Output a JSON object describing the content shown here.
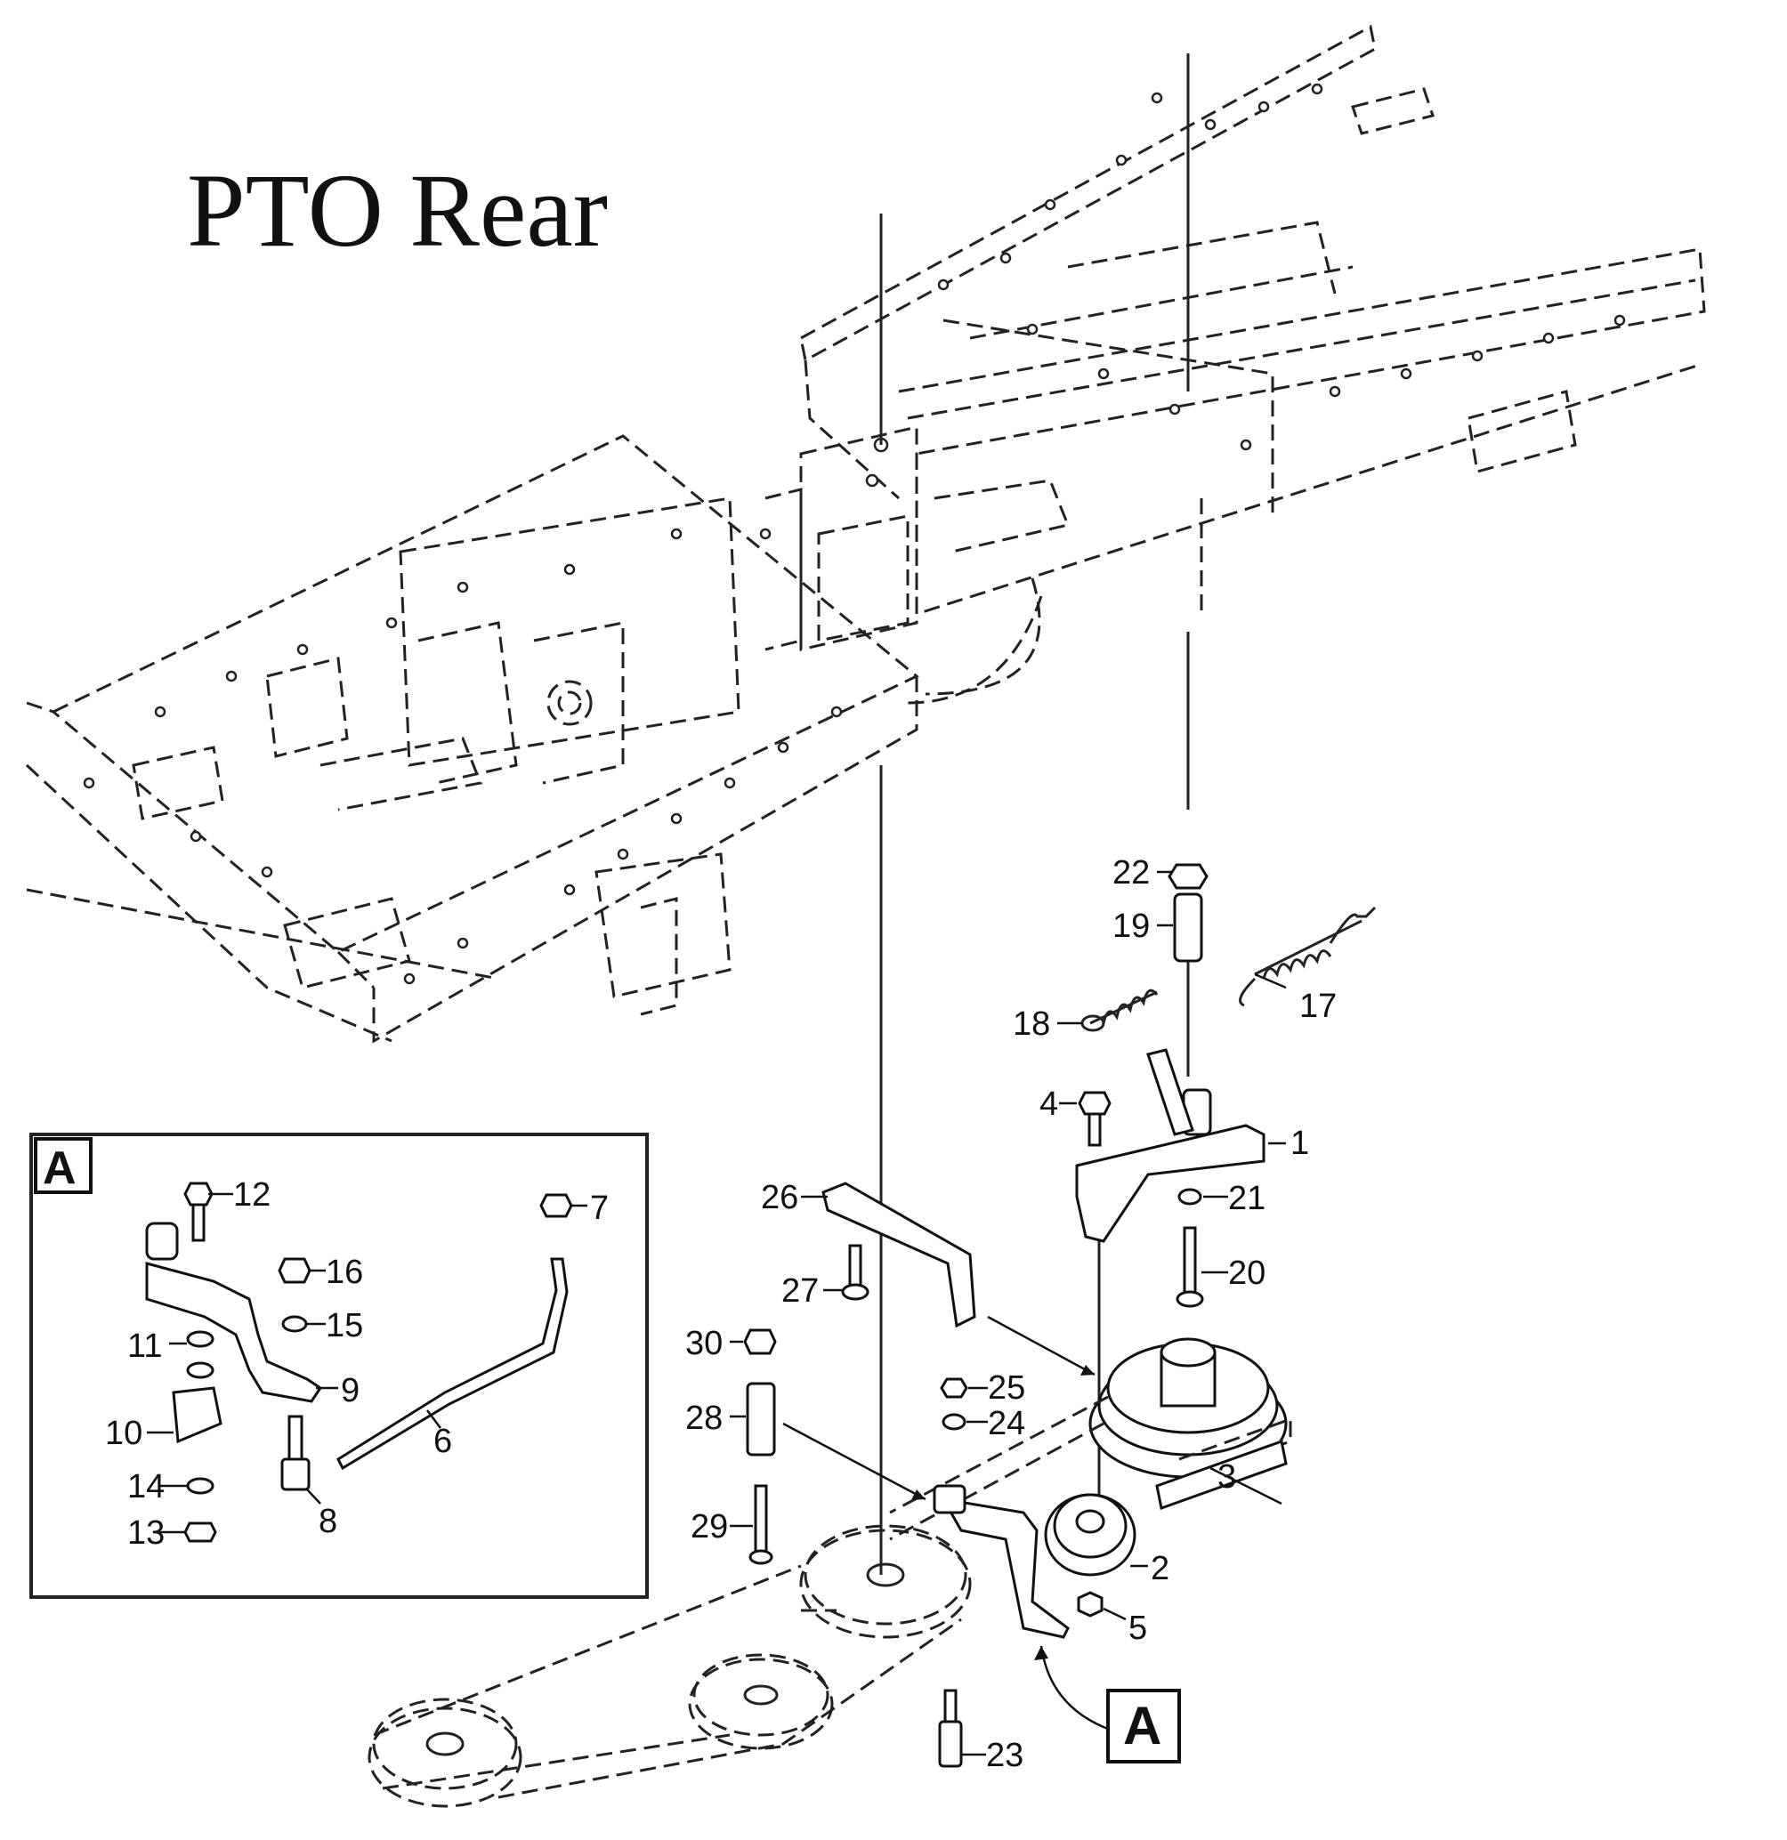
{
  "title": "PTO Rear",
  "inset": {
    "tag": "A"
  },
  "callout": {
    "tag": "A"
  },
  "parts": {
    "p1": "1",
    "p2": "2",
    "p3": "3",
    "p4": "4",
    "p5": "5",
    "p6": "6",
    "p7": "7",
    "p8": "8",
    "p9": "9",
    "p10": "10",
    "p11": "11",
    "p12": "12",
    "p13": "13",
    "p14": "14",
    "p15": "15",
    "p16": "16",
    "p17": "17",
    "p18": "18",
    "p19": "19",
    "p20": "20",
    "p21": "21",
    "p22": "22",
    "p23": "23",
    "p24": "24",
    "p25": "25",
    "p26": "26",
    "p27": "27",
    "p28": "28",
    "p29": "29",
    "p30": "30"
  }
}
